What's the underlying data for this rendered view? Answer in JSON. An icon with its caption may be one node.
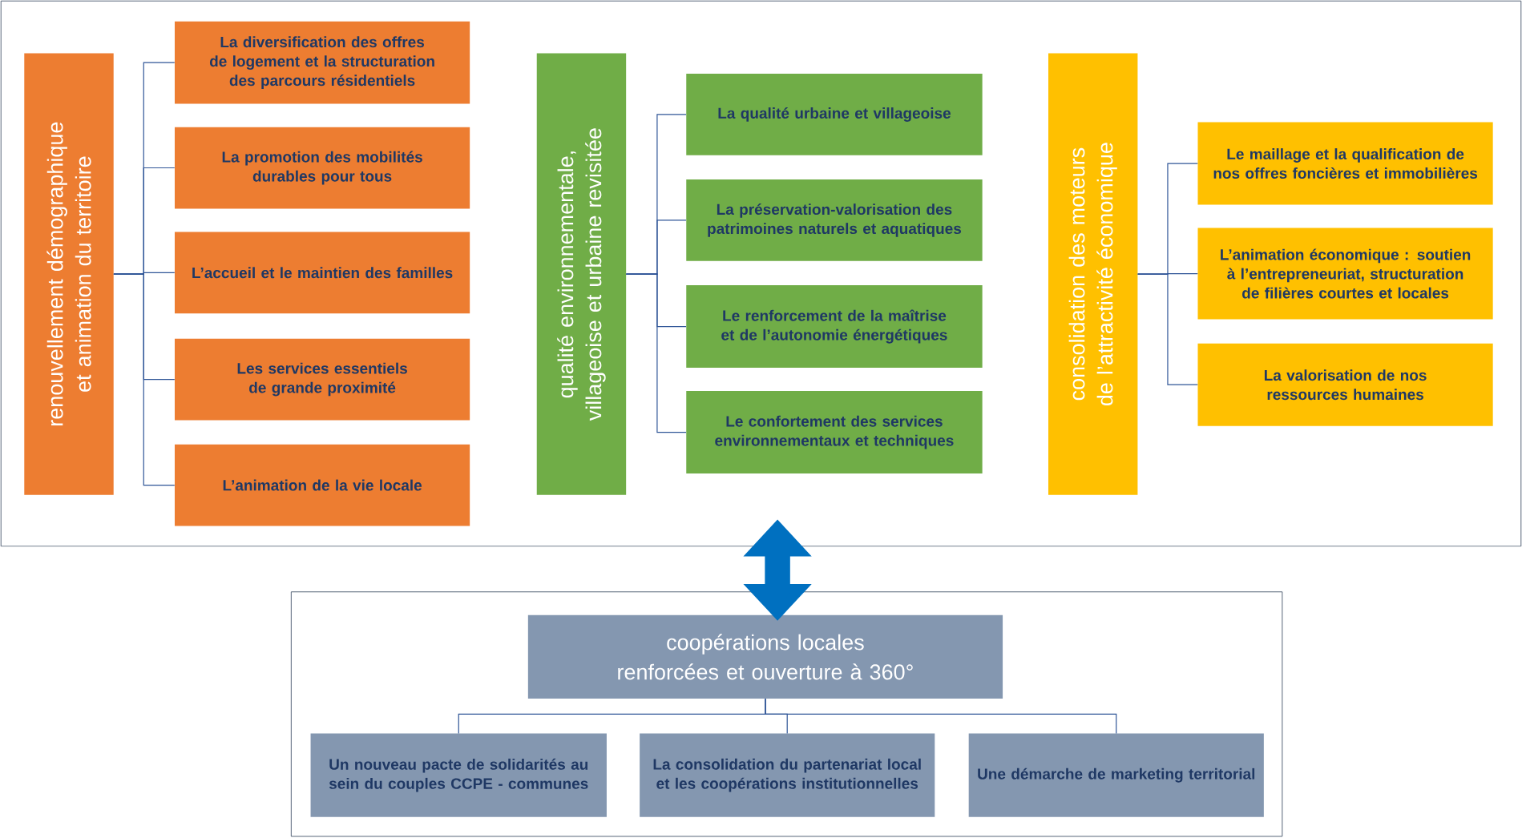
{
  "diagram": {
    "nodes": [
      {
        "text": [],
        "shape": "box"
      },
      {
        "text": [
          "renouvellement démographique et animation du territoire"
        ],
        "in": 0
      },
      {
        "text": [
          "La diversification des offres de logement et la structuration des parcours résidentiels"
        ],
        "in": 0
      },
      {
        "text": [
          "La promotion des mobilités durables pour tous"
        ],
        "in": 0
      },
      {
        "text": [
          "L’accueil et le maintien des familles"
        ],
        "in": 0
      },
      {
        "text": [
          "Les services essentiels de grande proximité"
        ],
        "in": 0
      },
      {
        "text": [
          "L’animation de la vie locale"
        ],
        "in": 0
      },
      {
        "text": [
          "qualité environnementale, villageoise et urbaine revisitée"
        ],
        "in": 0
      },
      {
        "text": [
          "La qualité urbaine et villageoise"
        ],
        "in": 0
      },
      {
        "text": [
          "La préservation-valorisation des patrimoines naturels et aquatiques"
        ],
        "in": 0
      },
      {
        "text": [
          "Le renforcement de la maîtrise et de l’autonomie énergétiques"
        ],
        "in": 0
      },
      {
        "text": [
          "Le confortement des services environnementaux et techniques"
        ],
        "in": 0
      },
      {
        "text": [
          "consolidation des moteurs de l’attractivité économique"
        ],
        "in": 0
      },
      {
        "text": [
          "Le maillage et la qualification de nos offres foncières et immobilières"
        ],
        "in": 0
      },
      {
        "text": [
          "L’animation économique : soutien à l’entrepreneuriat, structuration de filières courtes et locales"
        ],
        "in": 0
      },
      {
        "text": [
          "La valorisation de nos ressources humaines"
        ],
        "in": 0
      },
      {
        "text": [],
        "shape": "box"
      },
      {
        "text": [
          "coopérations locales renforcées et ouverture à 360°"
        ],
        "in": 16
      },
      {
        "text": [
          "Un nouveau pacte de solidarités au sein du couples CCPE - communes"
        ],
        "in": 16
      },
      {
        "text": [
          "La consolidation du partenariat local et les coopérations institutionnelles"
        ],
        "in": 16
      },
      {
        "text": [
          "Une démarche de marketing territorial"
        ],
        "in": 16
      }
    ],
    "edges": [
      {
        "from": 1,
        "to": 2,
        "arrow": "none"
      },
      {
        "from": 1,
        "to": 3,
        "arrow": "none"
      },
      {
        "from": 1,
        "to": 4,
        "arrow": "none"
      },
      {
        "from": 1,
        "to": 5,
        "arrow": "none"
      },
      {
        "from": 1,
        "to": 6,
        "arrow": "none"
      },
      {
        "from": 7,
        "to": 8,
        "arrow": "none"
      },
      {
        "from": 7,
        "to": 9,
        "arrow": "none"
      },
      {
        "from": 7,
        "to": 10,
        "arrow": "none"
      },
      {
        "from": 7,
        "to": 11,
        "arrow": "none"
      },
      {
        "from": 12,
        "to": 13,
        "arrow": "none"
      },
      {
        "from": 12,
        "to": 14,
        "arrow": "none"
      },
      {
        "from": 12,
        "to": 15,
        "arrow": "none"
      },
      {
        "from": 17,
        "to": 18,
        "arrow": "none"
      },
      {
        "from": 17,
        "to": 19,
        "arrow": "none"
      },
      {
        "from": 17,
        "to": 20,
        "arrow": "none"
      },
      {
        "from": 0,
        "to": 17,
        "arrow": "both",
        "style": "thick",
        "color": "#0070c0"
      }
    ]
  }
}
